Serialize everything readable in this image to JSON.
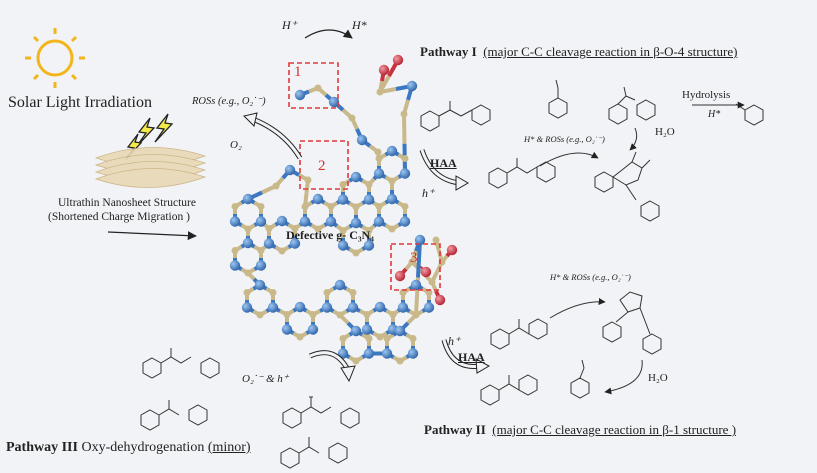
{
  "intro": {
    "solar": "Solar Light Irradiation",
    "nanosheet_line1": "Ultrathin Nanosheet Structure",
    "nanosheet_line2": "(Shortened Charge Migration )"
  },
  "catalyst": {
    "name": "Defective g- C₃N₄",
    "sites": [
      "1",
      "2",
      "3"
    ],
    "h_plus": "H⁺",
    "h_star": "H*",
    "ros": "ROSs (e.g., O₂˙⁻)",
    "o2": "O₂"
  },
  "pathway1": {
    "bold": "Pathway I",
    "desc": "(major C-C cleavage reaction in β-O-4 structure)",
    "haa": "HAA",
    "h_plus": "h⁺",
    "hydrolysis": "Hydrolysis",
    "h_star": "H*",
    "ros": "H* & ROSs (e.g., O₂˙⁻)",
    "water": "H₂O"
  },
  "pathway2": {
    "bold": "Pathway II",
    "desc": "(major C-C cleavage reaction in β-1 structure )",
    "haa": "HAA",
    "h_plus": "h⁺",
    "ros": "H* & ROSs (e.g., O₂˙⁻)",
    "water": "H₂O"
  },
  "pathway3": {
    "bold": "Pathway III",
    "rest": "Oxy-dehydrogenation",
    "minor": "(minor)",
    "reagent": "O₂˙⁻ & h⁺"
  },
  "colors": {
    "nitrogen": "#3b78c2",
    "carbon": "#c9b98a",
    "oxygen": "#c8313e",
    "site_box": "#e03a3a",
    "sun": "#f2b61c"
  }
}
